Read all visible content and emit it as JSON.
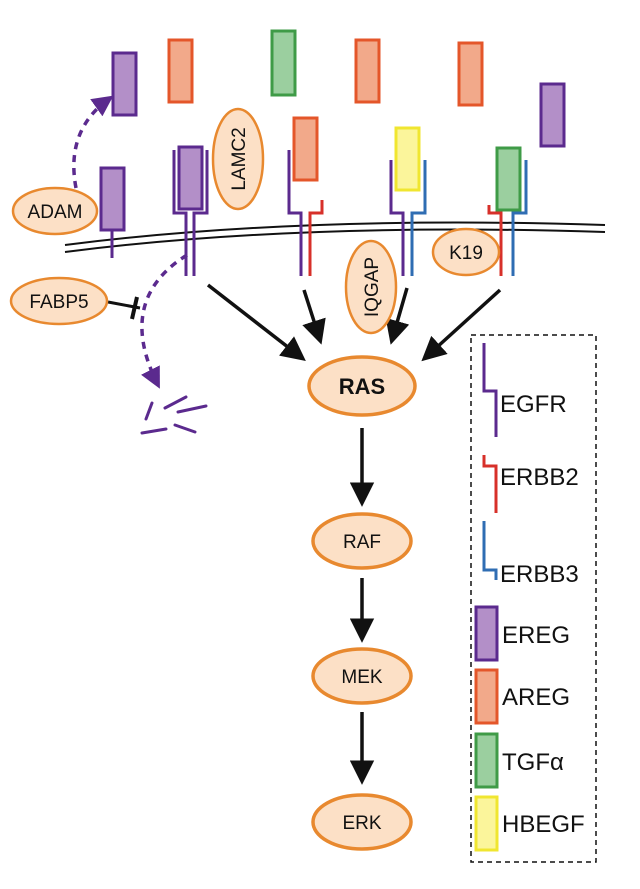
{
  "colors": {
    "EGFR": "#5b2a8e",
    "ERBB2": "#d7302a",
    "ERBB3": "#2f6db3",
    "EREG_fill": "#b38fc8",
    "EREG_stroke": "#5b2a8e",
    "AREG_fill": "#f2a98a",
    "AREG_stroke": "#e4562a",
    "TGFa_fill": "#9bcf9f",
    "TGFa_stroke": "#3f9b47",
    "HBEGF_fill": "#fbf59b",
    "HBEGF_stroke": "#f0e630",
    "node_fill": "#fce0c6",
    "node_stroke": "#e8892f",
    "arrow": "#111111"
  },
  "nodes": {
    "adam": "ADAM",
    "lamc2": "LAMC2",
    "fabp5": "FABP5",
    "iqgap": "IQGAP",
    "k19": "K19",
    "ras": "RAS",
    "raf": "RAF",
    "mek": "MEK",
    "erk": "ERK"
  },
  "legend": {
    "egfr": "EGFR",
    "erbb2": "ERBB2",
    "erbb3": "ERBB3",
    "ereg": "EREG",
    "areg": "AREG",
    "tgfa": "TGFα",
    "hbegf": "HBEGF"
  }
}
